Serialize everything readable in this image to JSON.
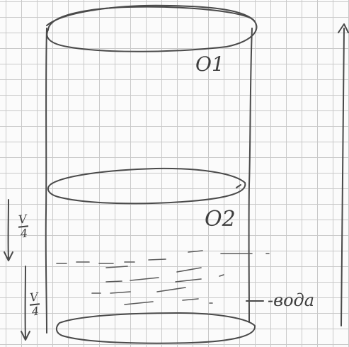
{
  "labels": {
    "gas_upper": "O1",
    "gas_lower": "O2",
    "water": "-вода"
  },
  "fractions": {
    "upper": {
      "numerator": "V",
      "denominator": "4"
    },
    "lower": {
      "numerator": "V",
      "denominator": "4"
    }
  },
  "colors": {
    "ink": "#4a4a4a",
    "grid": "#c9c9c9",
    "paper": "#fbfbfb"
  }
}
